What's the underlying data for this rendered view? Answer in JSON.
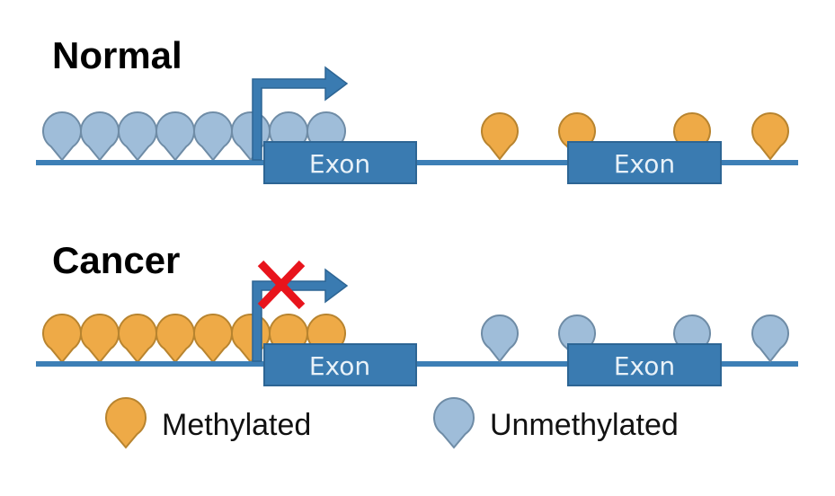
{
  "panels": {
    "normal": {
      "title": "Normal",
      "exon1": "Exon",
      "exon2": "Exon",
      "promoter_state": "unmethylated",
      "gene_body_state": "methylated"
    },
    "cancer": {
      "title": "Cancer",
      "exon1": "Exon",
      "exon2": "Exon",
      "promoter_state": "methylated",
      "gene_body_state": "unmethylated",
      "blocked_icon": "x-mark-icon"
    }
  },
  "legend": {
    "methylated": "Methylated",
    "unmethylated": "Unmethylated"
  },
  "colors": {
    "dna": "#3d7fb6",
    "exon": "#3a7bb1",
    "methylated": "#eeaa47",
    "unmethylated": "#9fbdd9",
    "block": "#e8141c"
  }
}
